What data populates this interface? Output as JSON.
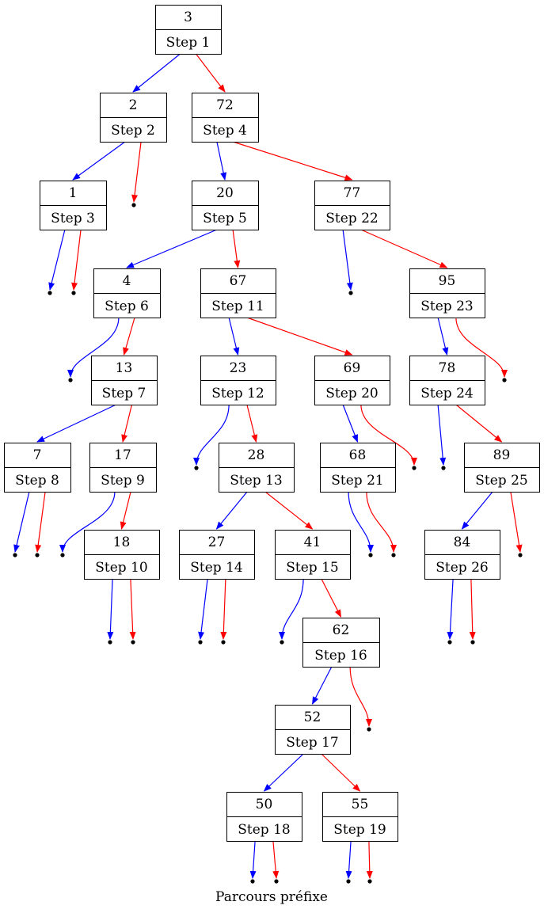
{
  "caption": "Parcours préfixe",
  "colors": {
    "left_edge": "#0000ff",
    "right_edge": "#ff0000",
    "box_stroke": "#000000"
  },
  "nodes": [
    {
      "key": "n3",
      "value": "3",
      "step": "Step 1"
    },
    {
      "key": "n2",
      "value": "2",
      "step": "Step 2"
    },
    {
      "key": "n1",
      "value": "1",
      "step": "Step 3"
    },
    {
      "key": "n72",
      "value": "72",
      "step": "Step 4"
    },
    {
      "key": "n20",
      "value": "20",
      "step": "Step 5"
    },
    {
      "key": "n4",
      "value": "4",
      "step": "Step 6"
    },
    {
      "key": "n13",
      "value": "13",
      "step": "Step 7"
    },
    {
      "key": "n7",
      "value": "7",
      "step": "Step 8"
    },
    {
      "key": "n17",
      "value": "17",
      "step": "Step 9"
    },
    {
      "key": "n18",
      "value": "18",
      "step": "Step 10"
    },
    {
      "key": "n67",
      "value": "67",
      "step": "Step 11"
    },
    {
      "key": "n23",
      "value": "23",
      "step": "Step 12"
    },
    {
      "key": "n28",
      "value": "28",
      "step": "Step 13"
    },
    {
      "key": "n27",
      "value": "27",
      "step": "Step 14"
    },
    {
      "key": "n41",
      "value": "41",
      "step": "Step 15"
    },
    {
      "key": "n62",
      "value": "62",
      "step": "Step 16"
    },
    {
      "key": "n52",
      "value": "52",
      "step": "Step 17"
    },
    {
      "key": "n50",
      "value": "50",
      "step": "Step 18"
    },
    {
      "key": "n55",
      "value": "55",
      "step": "Step 19"
    },
    {
      "key": "n69",
      "value": "69",
      "step": "Step 20"
    },
    {
      "key": "n68",
      "value": "68",
      "step": "Step 21"
    },
    {
      "key": "n77",
      "value": "77",
      "step": "Step 22"
    },
    {
      "key": "n95",
      "value": "95",
      "step": "Step 23"
    },
    {
      "key": "n78",
      "value": "78",
      "step": "Step 24"
    },
    {
      "key": "n89",
      "value": "89",
      "step": "Step 25"
    },
    {
      "key": "n84",
      "value": "84",
      "step": "Step 26"
    }
  ],
  "edges": [
    {
      "from": "n3",
      "to": "n2",
      "side": "left"
    },
    {
      "from": "n3",
      "to": "n72",
      "side": "right"
    },
    {
      "from": "n2",
      "to": "n1",
      "side": "left"
    },
    {
      "from": "n2",
      "to": "null_2r",
      "side": "right"
    },
    {
      "from": "n1",
      "to": "null_1l",
      "side": "left"
    },
    {
      "from": "n1",
      "to": "null_1r",
      "side": "right"
    },
    {
      "from": "n72",
      "to": "n20",
      "side": "left"
    },
    {
      "from": "n72",
      "to": "n77",
      "side": "right"
    },
    {
      "from": "n20",
      "to": "n4",
      "side": "left"
    },
    {
      "from": "n20",
      "to": "n67",
      "side": "right"
    },
    {
      "from": "n4",
      "to": "null_4l",
      "side": "left"
    },
    {
      "from": "n4",
      "to": "n13",
      "side": "right"
    },
    {
      "from": "n13",
      "to": "n7",
      "side": "left"
    },
    {
      "from": "n13",
      "to": "n17",
      "side": "right"
    },
    {
      "from": "n7",
      "to": "null_7l",
      "side": "left"
    },
    {
      "from": "n7",
      "to": "null_7r",
      "side": "right"
    },
    {
      "from": "n17",
      "to": "null_17l",
      "side": "left"
    },
    {
      "from": "n17",
      "to": "n18",
      "side": "right"
    },
    {
      "from": "n18",
      "to": "null_18l",
      "side": "left"
    },
    {
      "from": "n18",
      "to": "null_18r",
      "side": "right"
    },
    {
      "from": "n67",
      "to": "n23",
      "side": "left"
    },
    {
      "from": "n67",
      "to": "n69",
      "side": "right"
    },
    {
      "from": "n23",
      "to": "null_23l",
      "side": "left"
    },
    {
      "from": "n23",
      "to": "n28",
      "side": "right"
    },
    {
      "from": "n28",
      "to": "n27",
      "side": "left"
    },
    {
      "from": "n28",
      "to": "n41",
      "side": "right"
    },
    {
      "from": "n27",
      "to": "null_27l",
      "side": "left"
    },
    {
      "from": "n27",
      "to": "null_27r",
      "side": "right"
    },
    {
      "from": "n41",
      "to": "null_41l",
      "side": "left"
    },
    {
      "from": "n41",
      "to": "n62",
      "side": "right"
    },
    {
      "from": "n62",
      "to": "n52",
      "side": "left"
    },
    {
      "from": "n62",
      "to": "null_62r",
      "side": "right"
    },
    {
      "from": "n52",
      "to": "n50",
      "side": "left"
    },
    {
      "from": "n52",
      "to": "n55",
      "side": "right"
    },
    {
      "from": "n50",
      "to": "null_50l",
      "side": "left"
    },
    {
      "from": "n50",
      "to": "null_50r",
      "side": "right"
    },
    {
      "from": "n55",
      "to": "null_55l",
      "side": "left"
    },
    {
      "from": "n55",
      "to": "null_55r",
      "side": "right"
    },
    {
      "from": "n69",
      "to": "n68",
      "side": "left"
    },
    {
      "from": "n69",
      "to": "null_69r",
      "side": "right"
    },
    {
      "from": "n68",
      "to": "null_68l",
      "side": "left"
    },
    {
      "from": "n68",
      "to": "null_68r",
      "side": "right"
    },
    {
      "from": "n77",
      "to": "null_77l",
      "side": "left"
    },
    {
      "from": "n77",
      "to": "n95",
      "side": "right"
    },
    {
      "from": "n95",
      "to": "n78",
      "side": "left"
    },
    {
      "from": "n95",
      "to": "null_95r",
      "side": "right"
    },
    {
      "from": "n78",
      "to": "null_78l",
      "side": "left"
    },
    {
      "from": "n78",
      "to": "n89",
      "side": "right"
    },
    {
      "from": "n89",
      "to": "n84",
      "side": "left"
    },
    {
      "from": "n89",
      "to": "null_89r",
      "side": "right"
    },
    {
      "from": "n84",
      "to": "null_84l",
      "side": "left"
    },
    {
      "from": "n84",
      "to": "null_84r",
      "side": "right"
    }
  ]
}
